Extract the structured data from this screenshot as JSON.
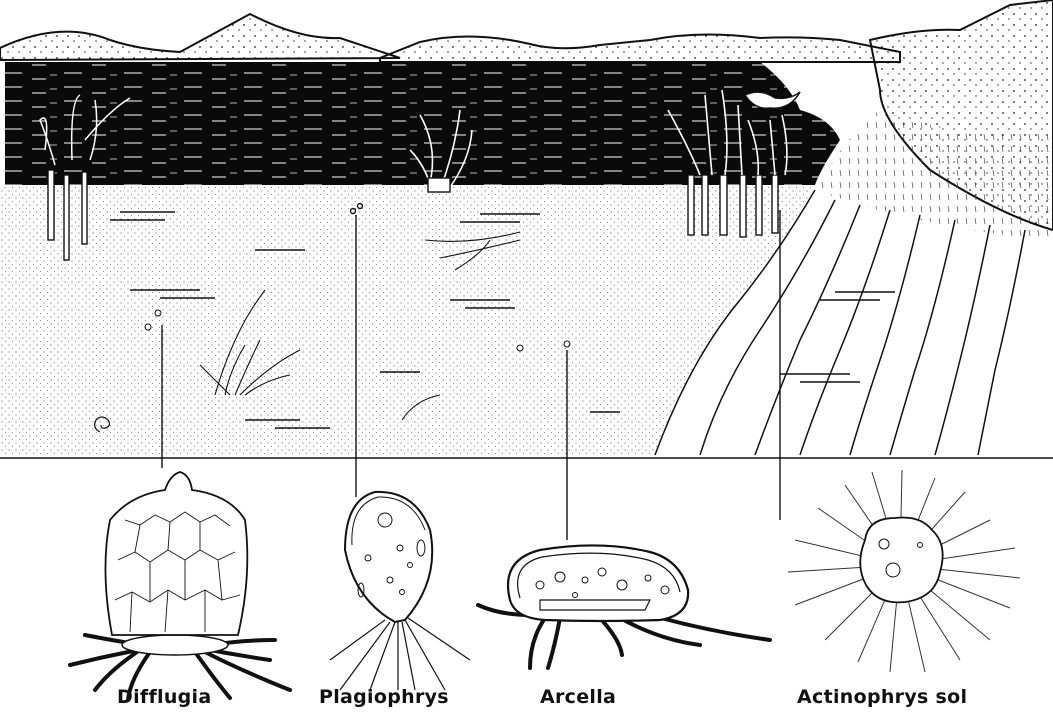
{
  "organisms": [
    {
      "id": "difflugia",
      "label": "Difflugia"
    },
    {
      "id": "plagiophrys",
      "label": "Plagiophrys"
    },
    {
      "id": "arcella",
      "label": "Arcella"
    },
    {
      "id": "actinophrys",
      "label": "Actinophrys sol"
    }
  ],
  "colors": {
    "ink": "#111111",
    "water": "#0a0a0a",
    "paper": "#ffffff"
  }
}
